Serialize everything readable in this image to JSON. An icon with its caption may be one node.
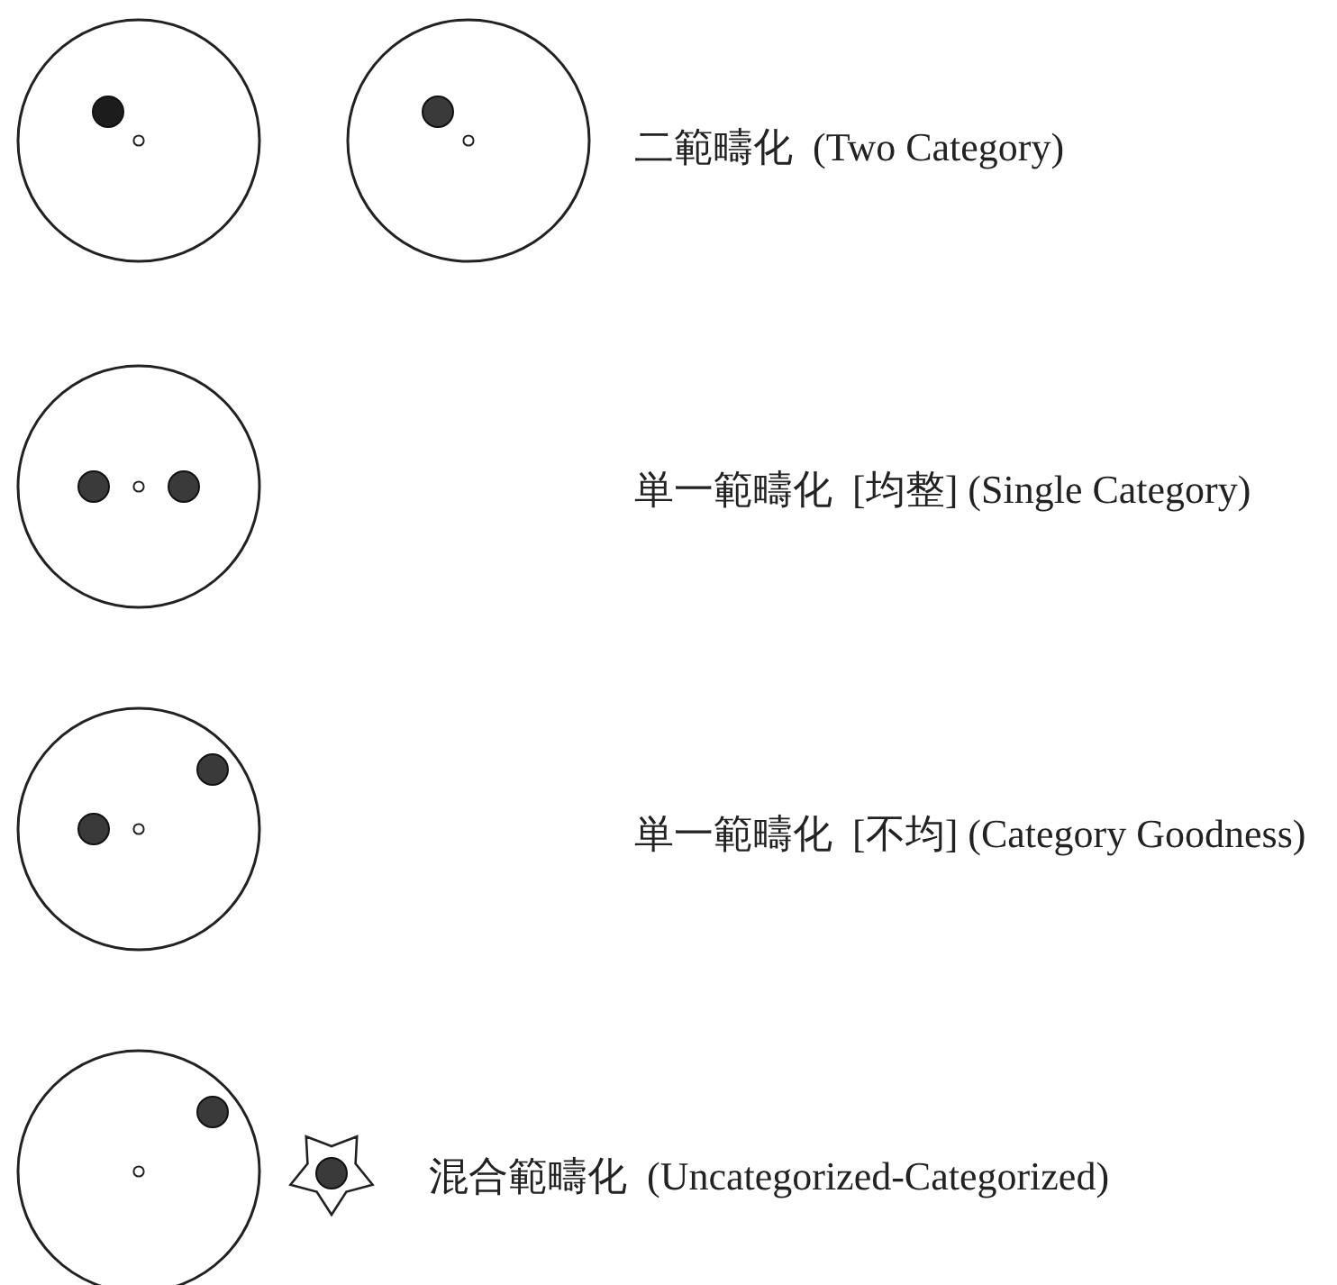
{
  "diagram": {
    "labels": [
      "二範疇化  (Two Category)",
      "単一範疇化  [均整] (Single Category)",
      "単一範疇化  [不均] (Category Goodness)",
      "混合範疇化  (Uncategorized-Categorized)"
    ]
  }
}
